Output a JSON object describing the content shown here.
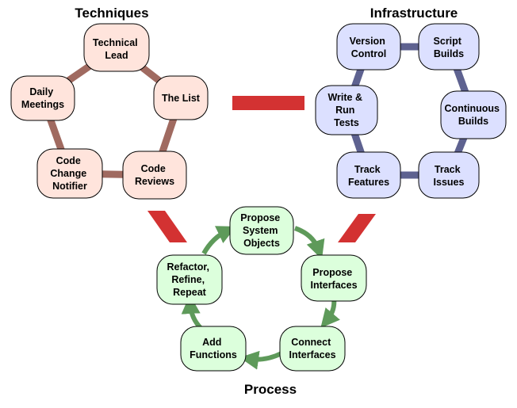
{
  "sections": {
    "techniques": "Techniques",
    "infrastructure": "Infrastructure",
    "process": "Process"
  },
  "colors": {
    "techniques_fill": "#ffe4dc",
    "techniques_link": "#a06a60",
    "infrastructure_fill": "#dce0ff",
    "infrastructure_link": "#5e6290",
    "process_fill": "#dcffdc",
    "process_arrow": "#5e9a5a",
    "connector": "#d33232"
  },
  "techniques": {
    "technical_lead": [
      "Technical",
      "Lead"
    ],
    "the_list": [
      "The List"
    ],
    "code_reviews": [
      "Code",
      "Reviews"
    ],
    "code_change_notifier": [
      "Code",
      "Change",
      "Notifier"
    ],
    "daily_meetings": [
      "Daily",
      "Meetings"
    ]
  },
  "infrastructure": {
    "version_control": [
      "Version",
      "Control"
    ],
    "script_builds": [
      "Script",
      "Builds"
    ],
    "continuous_builds": [
      "Continuous",
      "Builds"
    ],
    "track_issues": [
      "Track",
      "Issues"
    ],
    "track_features": [
      "Track",
      "Features"
    ],
    "write_run_tests": [
      "Write &",
      "Run",
      "Tests"
    ]
  },
  "process": {
    "propose_system_objects": [
      "Propose",
      "System",
      "Objects"
    ],
    "propose_interfaces": [
      "Propose",
      "Interfaces"
    ],
    "connect_interfaces": [
      "Connect",
      "Interfaces"
    ],
    "add_functions": [
      "Add",
      "Functions"
    ],
    "refactor_refine_repeat": [
      "Refactor,",
      "Refine,",
      "Repeat"
    ]
  }
}
